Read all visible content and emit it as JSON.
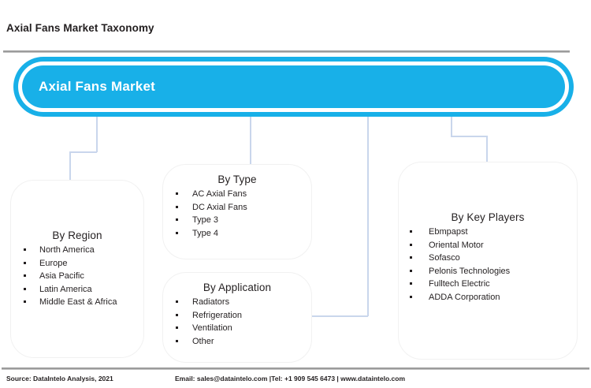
{
  "page": {
    "title": "Axial Fans Market Taxonomy",
    "accent_color": "#18b0e8",
    "connector_color": "#c9d6ec",
    "card_border_color": "#f1f1f1",
    "text_color": "#231f20"
  },
  "header": {
    "label": "Axial Fans Market"
  },
  "cards": [
    {
      "title": "By Region",
      "items": [
        "North America",
        "Europe",
        "Asia Pacific",
        "Latin America",
        "Middle East & Africa"
      ]
    },
    {
      "title": "By Type",
      "items": [
        "AC Axial Fans",
        "DC Axial Fans",
        "Type 3",
        "Type 4"
      ]
    },
    {
      "title": "By Application",
      "items": [
        "Radiators",
        "Refrigeration",
        "Ventilation",
        "Other"
      ]
    },
    {
      "title": "By Key Players",
      "items": [
        "Ebmpapst",
        "Oriental Motor",
        "Sofasco",
        "Pelonis Technologies",
        "Fulltech Electric",
        "ADDA Corporation"
      ]
    }
  ],
  "footer": {
    "source": "Source: DataIntelo Analysis, 2021",
    "contact": "Email: sales@dataintelo.com |Tel: +1 909 545 6473 | www.dataintelo.com"
  }
}
